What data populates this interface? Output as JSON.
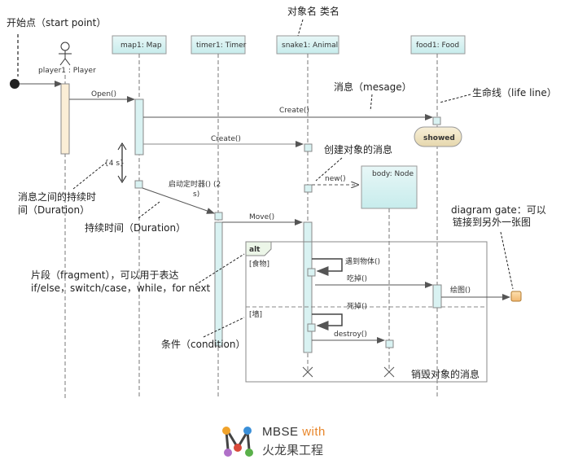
{
  "lifelines": [
    {
      "id": "player",
      "label": "player1 : Player"
    },
    {
      "id": "map",
      "label": "map1: Map"
    },
    {
      "id": "timer",
      "label": "timer1: Timer"
    },
    {
      "id": "snake",
      "label": "snake1: Animal"
    },
    {
      "id": "food",
      "label": "food1: Food"
    },
    {
      "id": "body",
      "label": "body: Node"
    }
  ],
  "messages": {
    "open": "Open()",
    "create1": "Create()",
    "create2": "Create()",
    "new": "new()",
    "start_timer": "启动定时器()",
    "start_timer_tail": "s)",
    "start_timer_2": "(2",
    "move": "Move()",
    "meet": "遇到物体()",
    "eat": "吃掉()",
    "draw": "绘图()",
    "die": "死掉()",
    "destroy": "destroy()"
  },
  "state_label": "showed",
  "duration_tag": "{4 s}",
  "fragment": {
    "operator": "alt",
    "guard1": "[食物]",
    "guard2": "[墙]"
  },
  "annotations": {
    "start_point": "开始点（start point）",
    "object_class": "对象名  类名",
    "message": "消息（mesage）",
    "lifeline": "生命线（life line）",
    "create_msg": "创建对象的消息",
    "duration_between_1": "消息之间的持续时",
    "duration_between_2": "间（Duration）",
    "duration": "持续时间（Duration）",
    "diagram_gate_1": "diagram gate：可以",
    "diagram_gate_2": "链接到另外一张图",
    "fragment_1": "片段（fragment），可以用于表达",
    "fragment_2": "if/else，switch/case，while，for next",
    "condition": "条件（condition）",
    "destroy_msg": "销毁对象的消息"
  },
  "logo": {
    "line1_a": "MBSE ",
    "line1_b": "with",
    "line2": "火龙果工程"
  },
  "colors": {
    "activation": "#d9f2f2",
    "actor_activation": "#fbeed6",
    "lifeline_head": "#d9f2f2",
    "gate": "#f5c98a",
    "state": "#efe6c6"
  }
}
